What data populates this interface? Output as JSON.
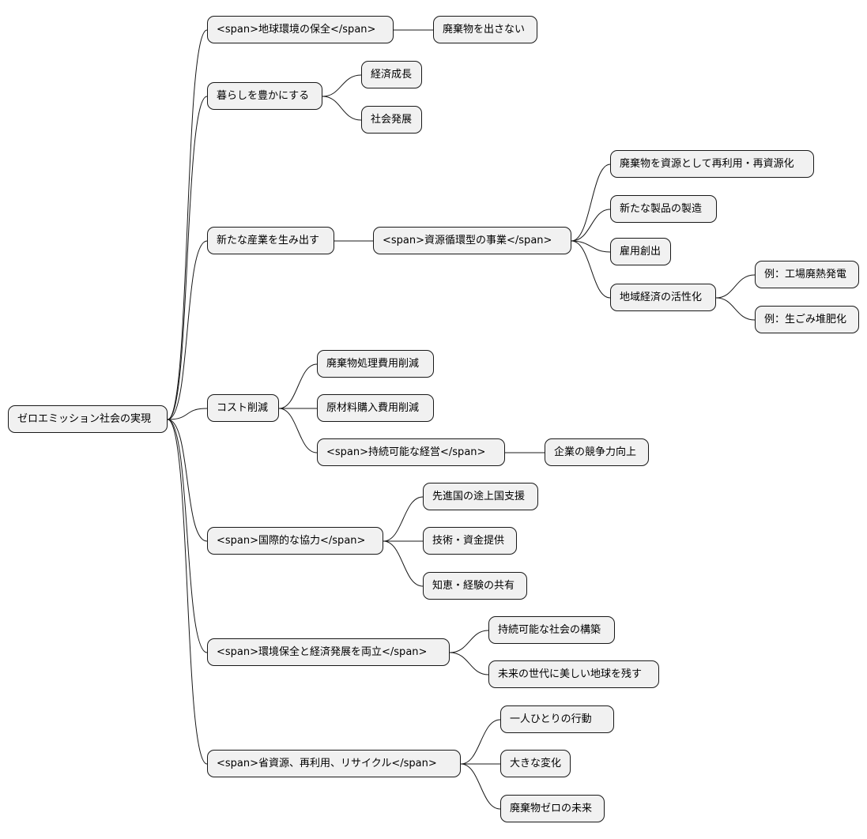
{
  "colors": {
    "node_fill": "#f1f1f1",
    "node_border": "#181818",
    "background": "#ffffff"
  },
  "mindmap": {
    "root": "ゼロエミッション社会の実現",
    "branches": [
      {
        "label": "<span>地球環境の保全</span>",
        "children": [
          {
            "label": "廃棄物を出さない"
          }
        ]
      },
      {
        "label": "暮らしを豊かにする",
        "children": [
          {
            "label": "経済成長"
          },
          {
            "label": "社会発展"
          }
        ]
      },
      {
        "label": "新たな産業を生み出す",
        "children": [
          {
            "label": "<span>資源循環型の事業</span>",
            "children": [
              {
                "label": "廃棄物を資源として再利用・再資源化"
              },
              {
                "label": "新たな製品の製造"
              },
              {
                "label": "雇用創出"
              },
              {
                "label": "地域経済の活性化",
                "children": [
                  {
                    "label": "例：工場廃熱発電"
                  },
                  {
                    "label": "例：生ごみ堆肥化"
                  }
                ]
              }
            ]
          }
        ]
      },
      {
        "label": "コスト削減",
        "children": [
          {
            "label": "廃棄物処理費用削減"
          },
          {
            "label": "原材料購入費用削減"
          },
          {
            "label": "<span>持続可能な経営</span>",
            "children": [
              {
                "label": "企業の競争力向上"
              }
            ]
          }
        ]
      },
      {
        "label": "<span>国際的な協力</span>",
        "children": [
          {
            "label": "先進国の途上国支援"
          },
          {
            "label": "技術・資金提供"
          },
          {
            "label": "知恵・経験の共有"
          }
        ]
      },
      {
        "label": "<span>環境保全と経済発展を両立</span>",
        "children": [
          {
            "label": "持続可能な社会の構築"
          },
          {
            "label": "未来の世代に美しい地球を残す"
          }
        ]
      },
      {
        "label": "<span>省資源、再利用、リサイクル</span>",
        "children": [
          {
            "label": "一人ひとりの行動"
          },
          {
            "label": "大きな変化"
          },
          {
            "label": "廃棄物ゼロの未来"
          }
        ]
      }
    ]
  }
}
